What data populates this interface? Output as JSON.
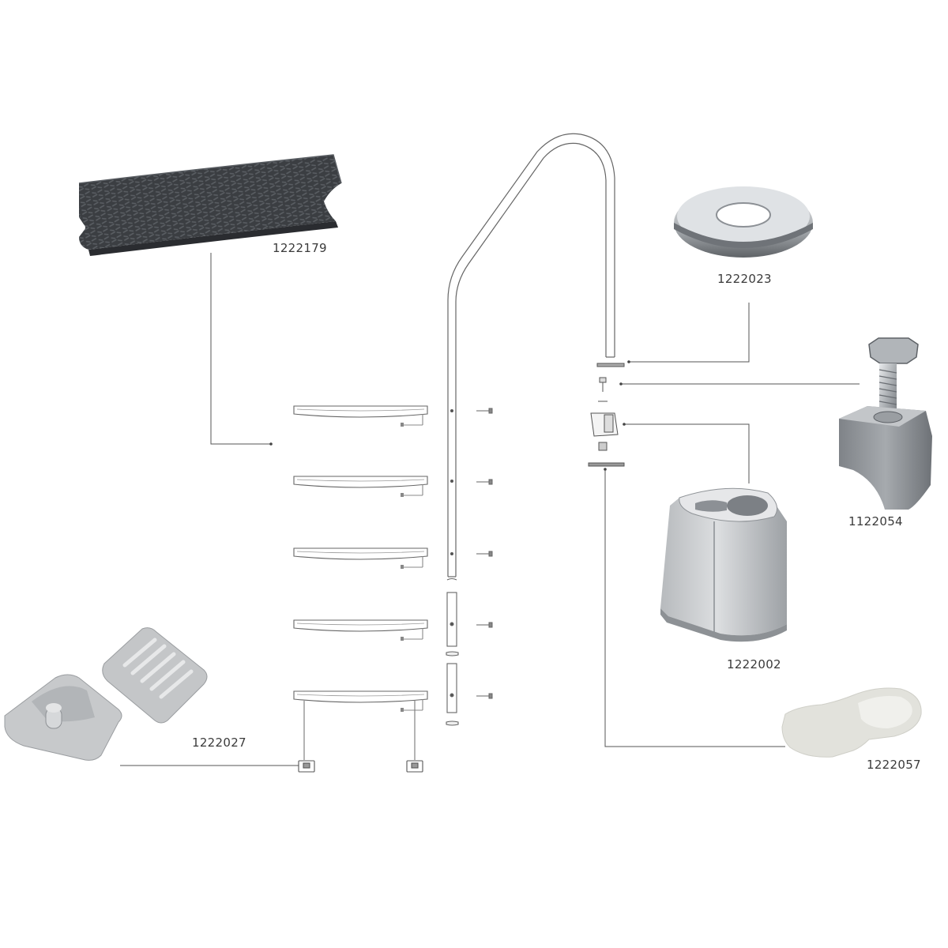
{
  "parts": [
    {
      "code": "1222179",
      "icon": "ladder-tread-icon"
    },
    {
      "code": "1222023",
      "icon": "cover-flange-icon"
    },
    {
      "code": "1122054",
      "icon": "anchor-bolt-block-icon"
    },
    {
      "code": "1222002",
      "icon": "anchoring-socket-icon"
    },
    {
      "code": "1222027",
      "icon": "rubber-bumper-icon"
    },
    {
      "code": "1222057",
      "icon": "socket-cover-icon"
    }
  ],
  "colors": {
    "line": "#555555",
    "drawing": "#666666",
    "tread_dark": "#3b3e42",
    "metal": "#b8bcc0",
    "light_part": "#c9cbcd",
    "cover_translucent": "#e2e2dc",
    "label_text": "#3a3a3a"
  }
}
